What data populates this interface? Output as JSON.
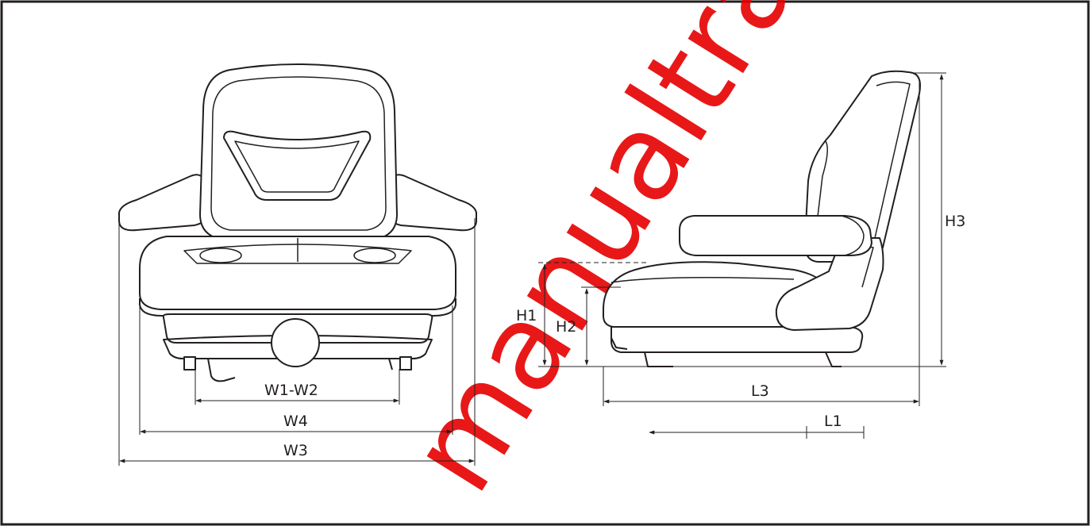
{
  "watermark": {
    "text": "manualtrac",
    "color": "#e60000"
  },
  "colors": {
    "line": "#231f20",
    "background": "#ffffff"
  },
  "dimensions": {
    "w1_w2": "W1-W2",
    "w4": "W4",
    "w3": "W3",
    "h1": "H1",
    "h2": "H2",
    "h3": "H3",
    "l3": "L3",
    "l1": "L1"
  }
}
